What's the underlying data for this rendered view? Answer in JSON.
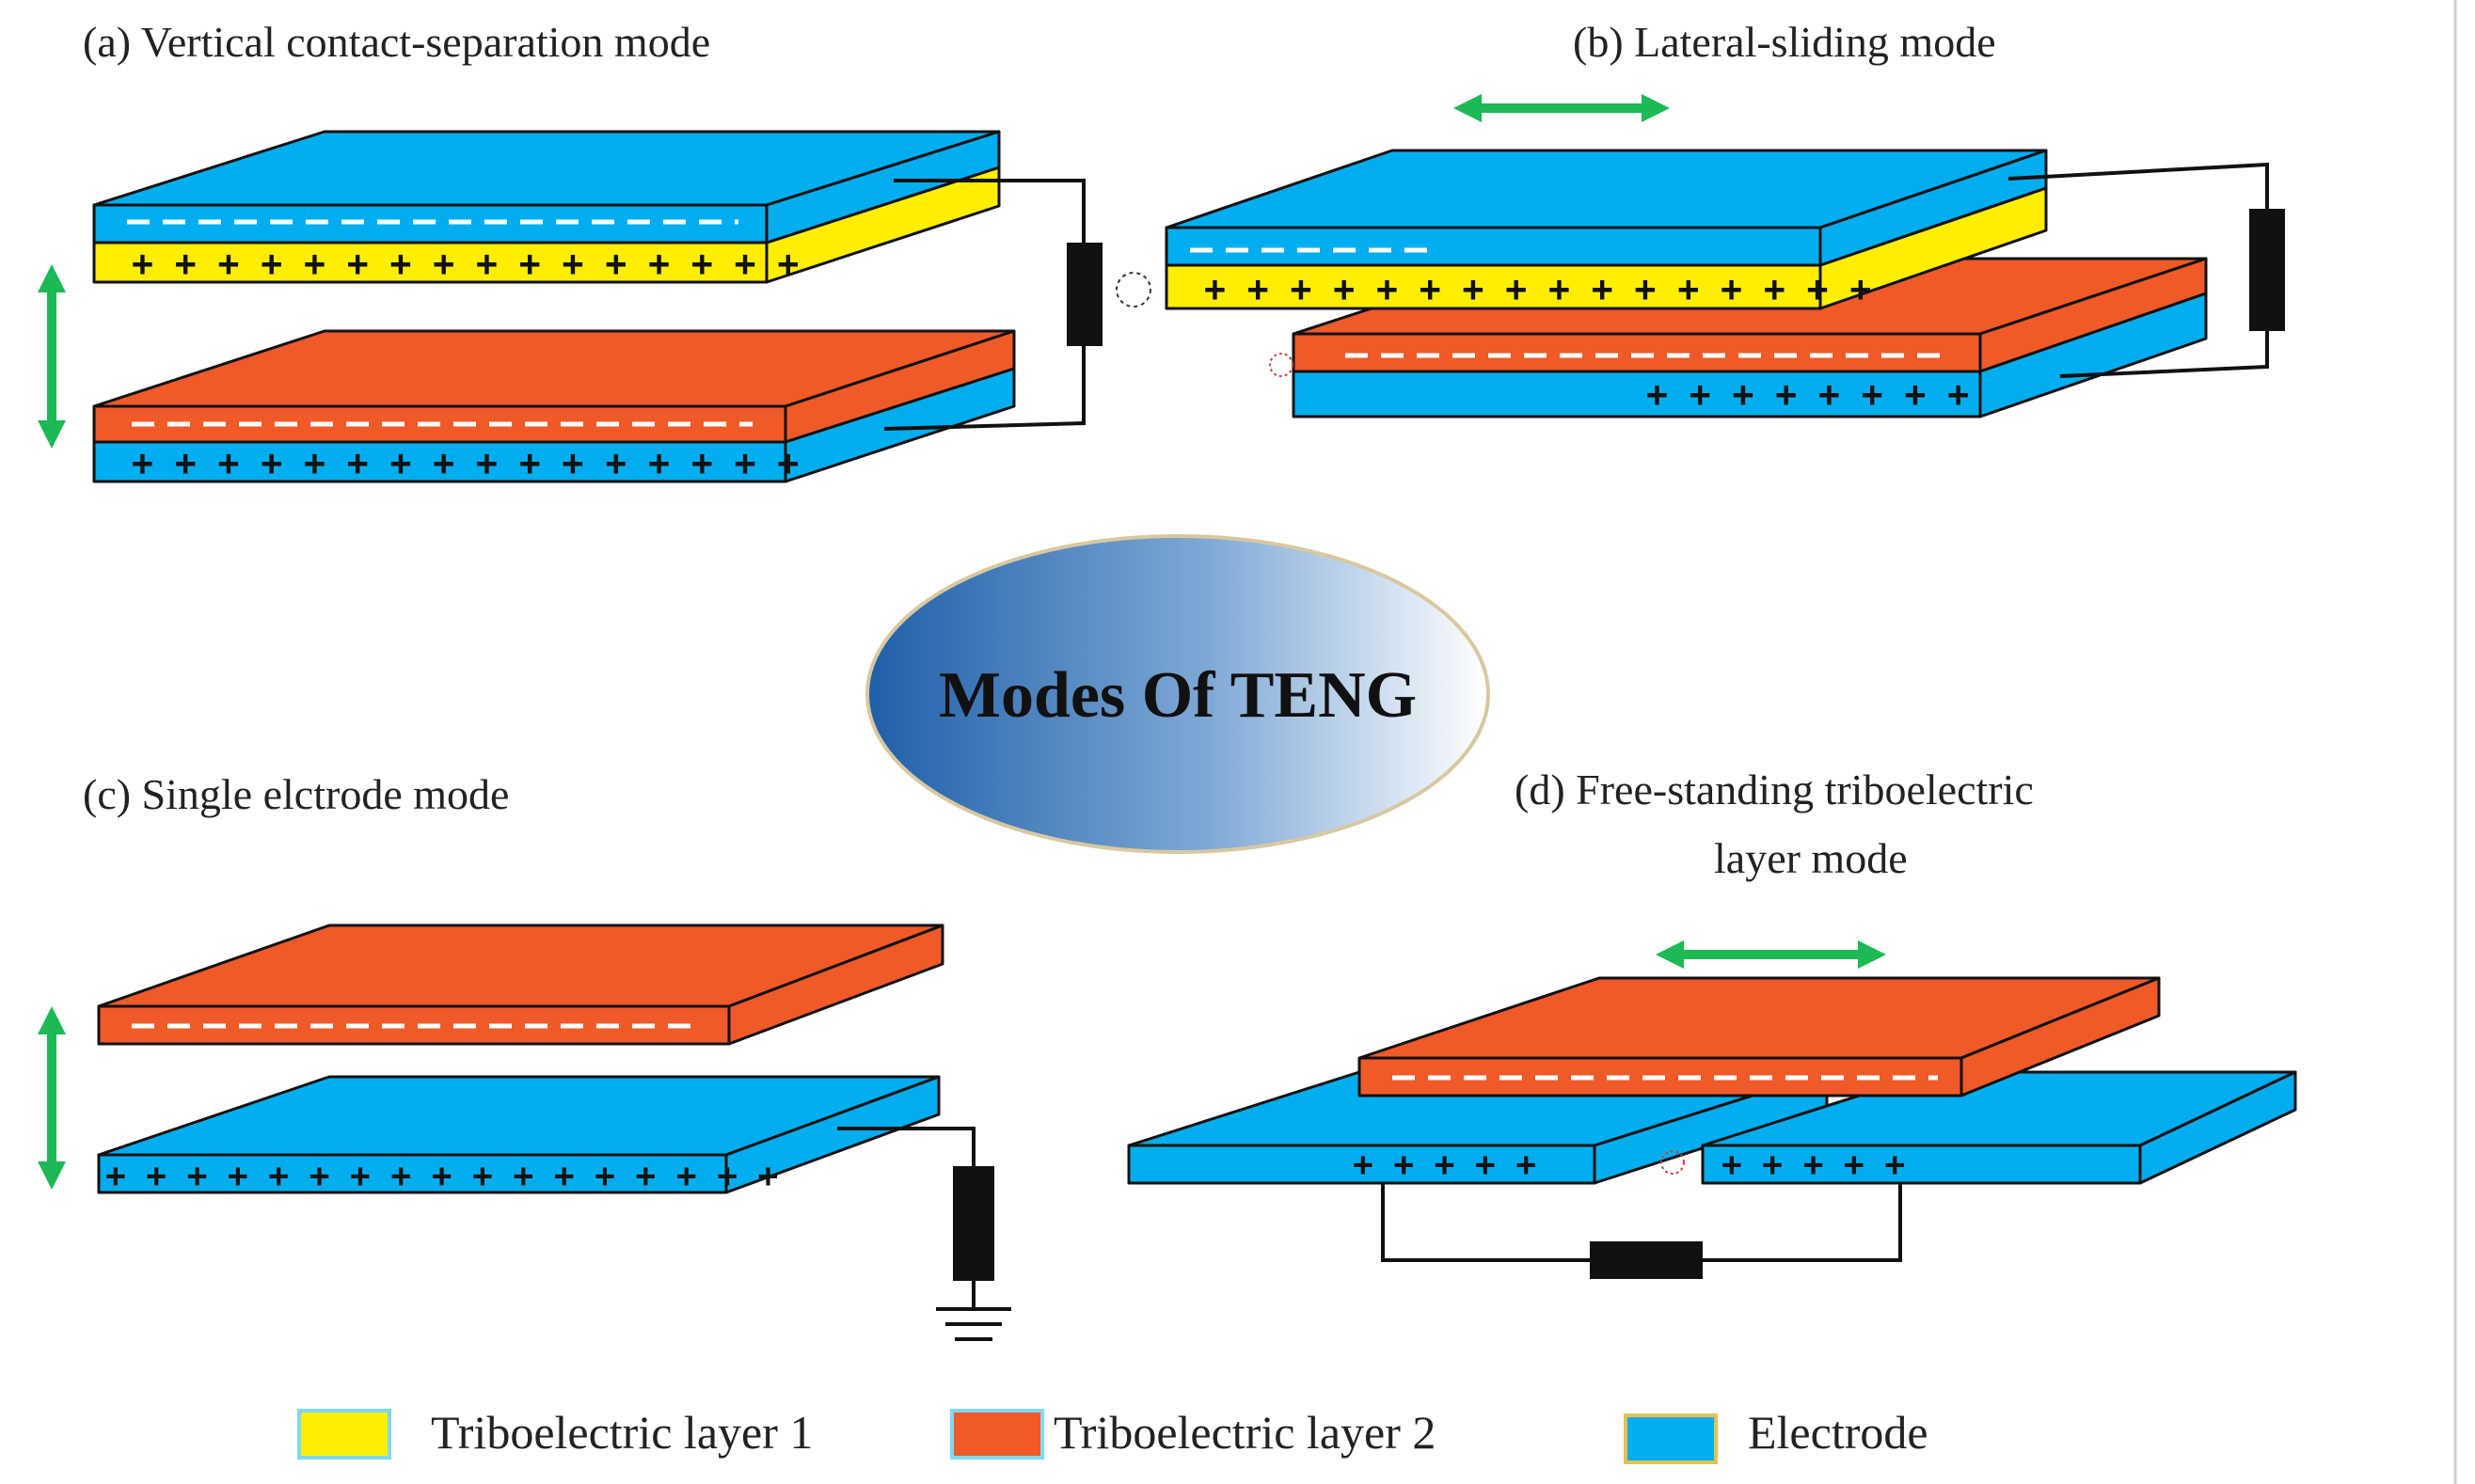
{
  "center": {
    "title": "Modes Of TENG"
  },
  "panels": {
    "a": {
      "title": "(a) Vertical contact-separation mode"
    },
    "b": {
      "title": "(b) Lateral-sliding mode"
    },
    "c": {
      "title": "(c) Single elctrode mode"
    },
    "d": {
      "title_line1": "(d) Free-standing triboelectric",
      "title_line2": "layer mode"
    }
  },
  "legend": [
    {
      "label": "Triboelectric layer 1",
      "color": "#ffee00"
    },
    {
      "label": "Triboelectric layer 2",
      "color": "#f05a28"
    },
    {
      "label": "Electrode",
      "color": "#00aeef"
    }
  ],
  "charges": {
    "a_top": "+ + + + + + + + + + + + + + + +",
    "a_bottom": "+ + + + + + + + + + + + + + + +",
    "b_top": "+ + + + + + + + + + + + + + + +",
    "b_bottom": "+ + + + + + + +",
    "c_bottom": "+ + + + + + + + + + + + + + + + +",
    "d_left": "+ + + + +",
    "d_right": "+ + + + +"
  },
  "colors": {
    "electrode": "#00aeef",
    "layer1": "#ffee00",
    "layer2": "#f05a28",
    "arrow": "#1db954",
    "ellipse_dark": "#1f5fa8",
    "ellipse_light": "#ffffff"
  }
}
